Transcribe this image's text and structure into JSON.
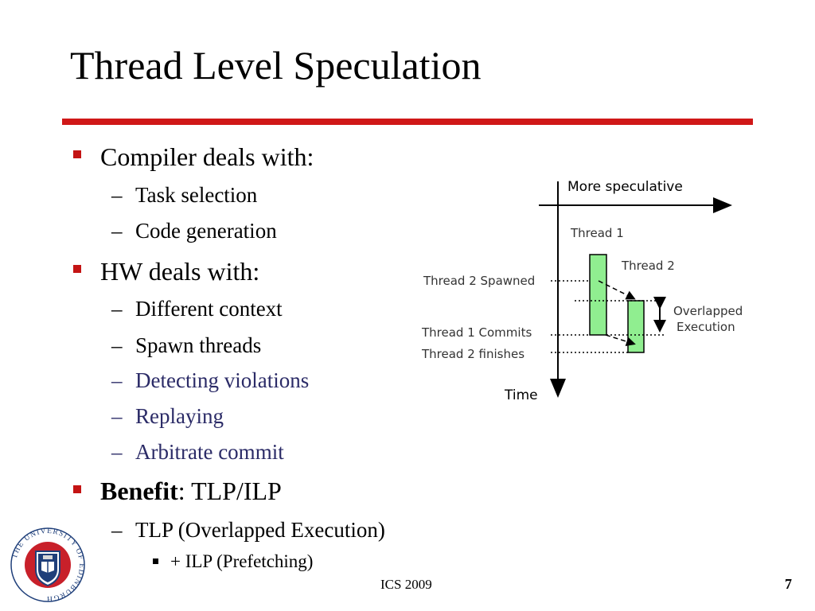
{
  "slide": {
    "title": "Thread Level Speculation",
    "bullets": [
      {
        "text": "Compiler deals with:",
        "subs": [
          "Task selection",
          "Code generation"
        ]
      },
      {
        "text": "HW deals with:",
        "subs": [
          "Different context",
          "Spawn threads",
          "Detecting violations",
          "Replaying",
          "Arbitrate commit"
        ]
      },
      {
        "bold": "Benefit",
        "text": ": TLP/ILP",
        "subs": [
          "TLP (Overlapped Execution)"
        ],
        "subsub": [
          "+ ILP (Prefetching)"
        ]
      }
    ],
    "dash": "–"
  },
  "footer": {
    "center": "ICS 2009",
    "page": "7"
  },
  "colors": {
    "accent_red": "#d01818",
    "bullet_red": "#c41414",
    "link_blue": "#2b2b67",
    "thread_green": "#90ee90"
  },
  "diagram": {
    "more_speculative": "More speculative",
    "time": "Time",
    "thread1": "Thread 1",
    "thread2": "Thread 2",
    "thread2_spawned": "Thread 2 Spawned",
    "thread1_commits": "Thread 1 Commits",
    "thread2_finishes": "Thread 2 finishes",
    "overlapped_line1": "Overlapped",
    "overlapped_line2": "Execution"
  },
  "logo": {
    "text": "THE UNIVERSITY OF EDINBURGH",
    "icon": "university-crest-icon"
  }
}
